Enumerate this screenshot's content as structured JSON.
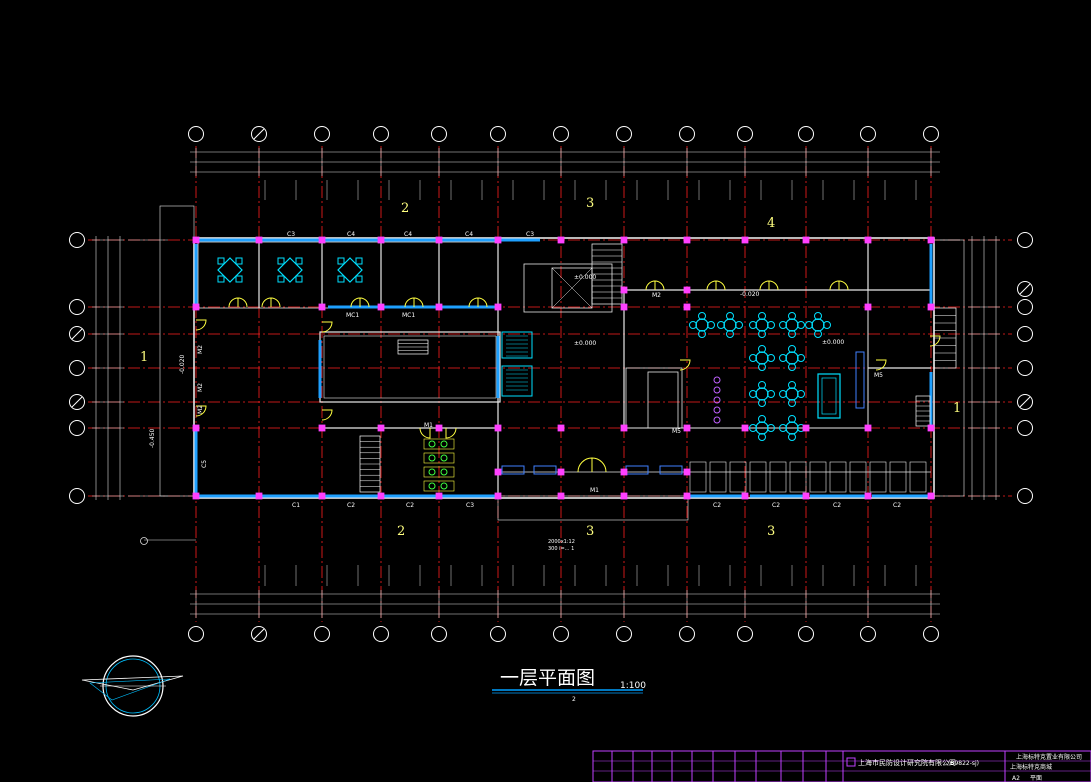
{
  "drawing": {
    "title": "一层平面图",
    "scale": "1:100",
    "sheet_number": "2",
    "colors": {
      "background": "#000000",
      "grid": "#ff2020",
      "wall": "#e8e8e8",
      "window": "#1ea0ff",
      "door": "#ffff40",
      "furniture": "#00e0ff",
      "column": "#ff40ff",
      "text": "#ffffff",
      "dimension": "#ffffff",
      "title_underline": "#00a0ff",
      "titleblock": "#c040ff"
    }
  },
  "section_marks": {
    "top": [
      "2",
      "3",
      "4"
    ],
    "bottom": [
      "2",
      "3",
      "3"
    ],
    "left": "1",
    "right": "1"
  },
  "window_tags_top": [
    "C3",
    "C4",
    "C4",
    "C4",
    "C3"
  ],
  "window_tags_bottom": [
    "C1",
    "C2",
    "C2",
    "C3",
    "C2",
    "C2",
    "C2",
    "C2"
  ],
  "room_tags": [
    "MC1",
    "MC1",
    "M2",
    "M2",
    "M2",
    "M1",
    "M1",
    "M5",
    "M5",
    "M2",
    "C5"
  ],
  "levels": {
    "lobby": "±0.000",
    "stair": "±0.000",
    "hall": "±0.000",
    "raised": "-0.020",
    "entrance": "-0.020",
    "exterior": "-0.450"
  },
  "ramp_note": [
    "2000x1:12",
    "300 i=...  1"
  ],
  "titleblock": {
    "company": "上海市民防设计研究院有限公司",
    "cert": "(B9822-sj)",
    "client": "上海标特克置业有限公司",
    "project": "上海标特克商城",
    "sheet": "A2",
    "sheet_title": "平面"
  }
}
